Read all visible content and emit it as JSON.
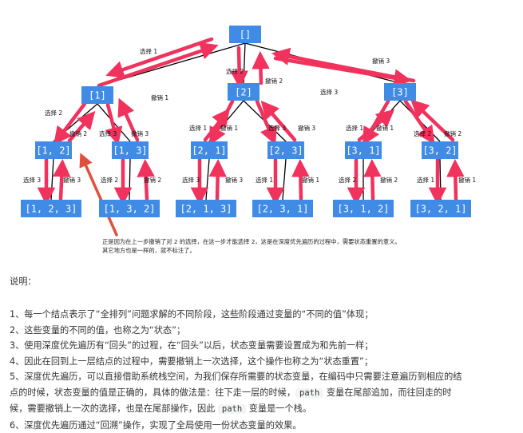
{
  "colors": {
    "node_fill": "#3f8be6",
    "node_text": "#ffffff",
    "edge": "#000000",
    "arrow": "#f0325d",
    "highlight_arrow": "#e0503c"
  },
  "tree": {
    "nodes": [
      {
        "id": "root",
        "label": "[]"
      },
      {
        "id": "n1",
        "label": "[1]"
      },
      {
        "id": "n2",
        "label": "[2]"
      },
      {
        "id": "n3",
        "label": "[3]"
      },
      {
        "id": "n12",
        "label": "[1, 2]"
      },
      {
        "id": "n13",
        "label": "[1, 3]"
      },
      {
        "id": "n21",
        "label": "[2, 1]"
      },
      {
        "id": "n23",
        "label": "[2, 3]"
      },
      {
        "id": "n31",
        "label": "[3, 1]"
      },
      {
        "id": "n32",
        "label": "[3, 2]"
      },
      {
        "id": "n123",
        "label": "[1, 2, 3]"
      },
      {
        "id": "n132",
        "label": "[1, 3, 2]"
      },
      {
        "id": "n213",
        "label": "[2, 1, 3]"
      },
      {
        "id": "n231",
        "label": "[2, 3, 1]"
      },
      {
        "id": "n312",
        "label": "[3, 1, 2]"
      },
      {
        "id": "n321",
        "label": "[3, 2, 1]"
      }
    ],
    "edges": [
      {
        "from": "root",
        "to": "n1"
      },
      {
        "from": "root",
        "to": "n2"
      },
      {
        "from": "root",
        "to": "n3"
      },
      {
        "from": "n1",
        "to": "n12"
      },
      {
        "from": "n1",
        "to": "n13"
      },
      {
        "from": "n2",
        "to": "n21"
      },
      {
        "from": "n2",
        "to": "n23"
      },
      {
        "from": "n3",
        "to": "n31"
      },
      {
        "from": "n3",
        "to": "n32"
      },
      {
        "from": "n12",
        "to": "n123"
      },
      {
        "from": "n13",
        "to": "n132"
      },
      {
        "from": "n21",
        "to": "n213"
      },
      {
        "from": "n23",
        "to": "n231"
      },
      {
        "from": "n31",
        "to": "n312"
      },
      {
        "from": "n32",
        "to": "n321"
      }
    ],
    "edge_labels": [
      {
        "text": "选择 1"
      },
      {
        "text": "选择 2"
      },
      {
        "text": "撤销 2"
      },
      {
        "text": "撤销 3"
      },
      {
        "text": "撤销 1"
      },
      {
        "text": "选择 3"
      },
      {
        "text": "选择 2"
      },
      {
        "text": "撤销 2"
      },
      {
        "text": "选择 3"
      },
      {
        "text": "撤销 3"
      },
      {
        "text": "选择 1"
      },
      {
        "text": "撤销 1"
      },
      {
        "text": "选择 3"
      },
      {
        "text": "撤销 3"
      },
      {
        "text": "选择 1"
      },
      {
        "text": "撤销 1"
      },
      {
        "text": "选择 2"
      },
      {
        "text": "撤销 2"
      },
      {
        "text": "选择 3"
      },
      {
        "text": "撤销 3"
      },
      {
        "text": "选择 2"
      },
      {
        "text": "撤销 2"
      },
      {
        "text": "选择 3"
      },
      {
        "text": "撤销 3"
      },
      {
        "text": "选择 1"
      },
      {
        "text": "撤销 1"
      },
      {
        "text": "选择 2"
      },
      {
        "text": "撤销 2"
      },
      {
        "text": "选择 1"
      },
      {
        "text": "撤销 1"
      }
    ]
  },
  "annotation": {
    "line1": "正是因为在上一步撤销了对  2  的选择，在这一步才能选择  2，这是在深度优先遍历的过程中，需要状态重置的意义。",
    "line2": "其它地方也是一样的，就不标注了。"
  },
  "notes": {
    "title": "说明：",
    "items": [
      {
        "text": "1、每一个结点表示了“全排列”问题求解的不同阶段，这些阶段通过变量的“不同的值”体现；"
      },
      {
        "text": "2、这些变量的不同的值，也称之为“状态”；"
      },
      {
        "text": "3、使用深度优先遍历有“回头”的过程，在“回头”以后，状态变量需要设置成为和先前一样；"
      },
      {
        "text": "4、因此在回到上一层结点的过程中，需要撤销上一次选择，这个操作也称之为“状态重置”；"
      },
      {
        "text": "5、深度优先遍历，可以直接借助系统栈空间，为我们保存所需要的状态变量，在编码中只需要注意遍历到相应的结"
      },
      {
        "text": "点的时候，状态变量的值是正确的，具体的做法是：往下走一层的时候，",
        "code": "path",
        "after": " 变量在尾部追加，而往回走的时"
      },
      {
        "text": "候，需要撤销上一次的选择，也是在尾部操作，因此 ",
        "code": "path",
        "after": " 变量是一个栈。"
      },
      {
        "text": "6、深度优先遍历通过“回溯”操作，实现了全局使用一份状态变量的效果。"
      }
    ]
  }
}
